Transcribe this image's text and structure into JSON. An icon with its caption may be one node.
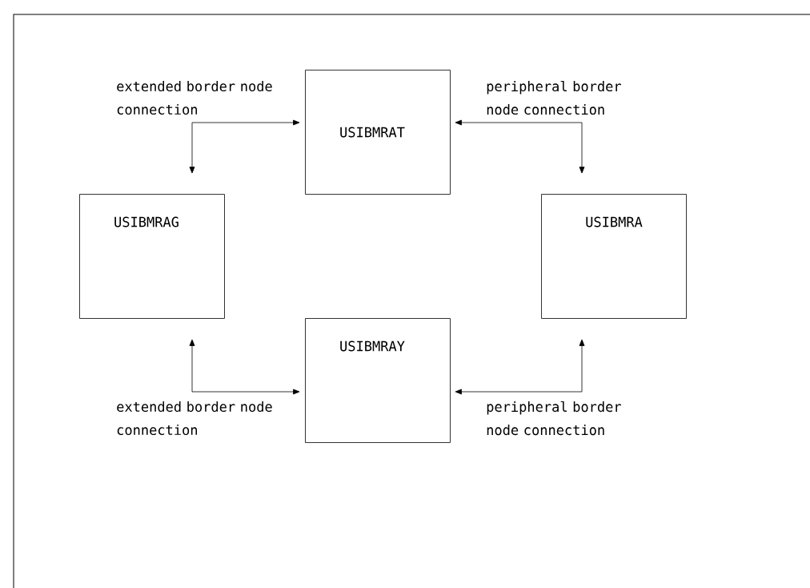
{
  "diagram": {
    "nodes": [
      {
        "text": [
          "USIBMRAT"
        ]
      },
      {
        "text": [
          "USIBMRAG"
        ]
      },
      {
        "text": [
          "USIBMRA"
        ]
      },
      {
        "text": [
          "USIBMRAY"
        ]
      }
    ],
    "edges": [
      {
        "from": 1,
        "to": 0,
        "arrow": "both"
      },
      {
        "from": 0,
        "to": 2,
        "arrow": "both"
      },
      {
        "from": 1,
        "to": 3,
        "arrow": "both"
      },
      {
        "from": 3,
        "to": 2,
        "arrow": "both"
      }
    ],
    "labels": [
      "extended border node connection",
      "peripheral border node connection",
      "extended border node connection",
      "peripheral border node connection"
    ]
  }
}
